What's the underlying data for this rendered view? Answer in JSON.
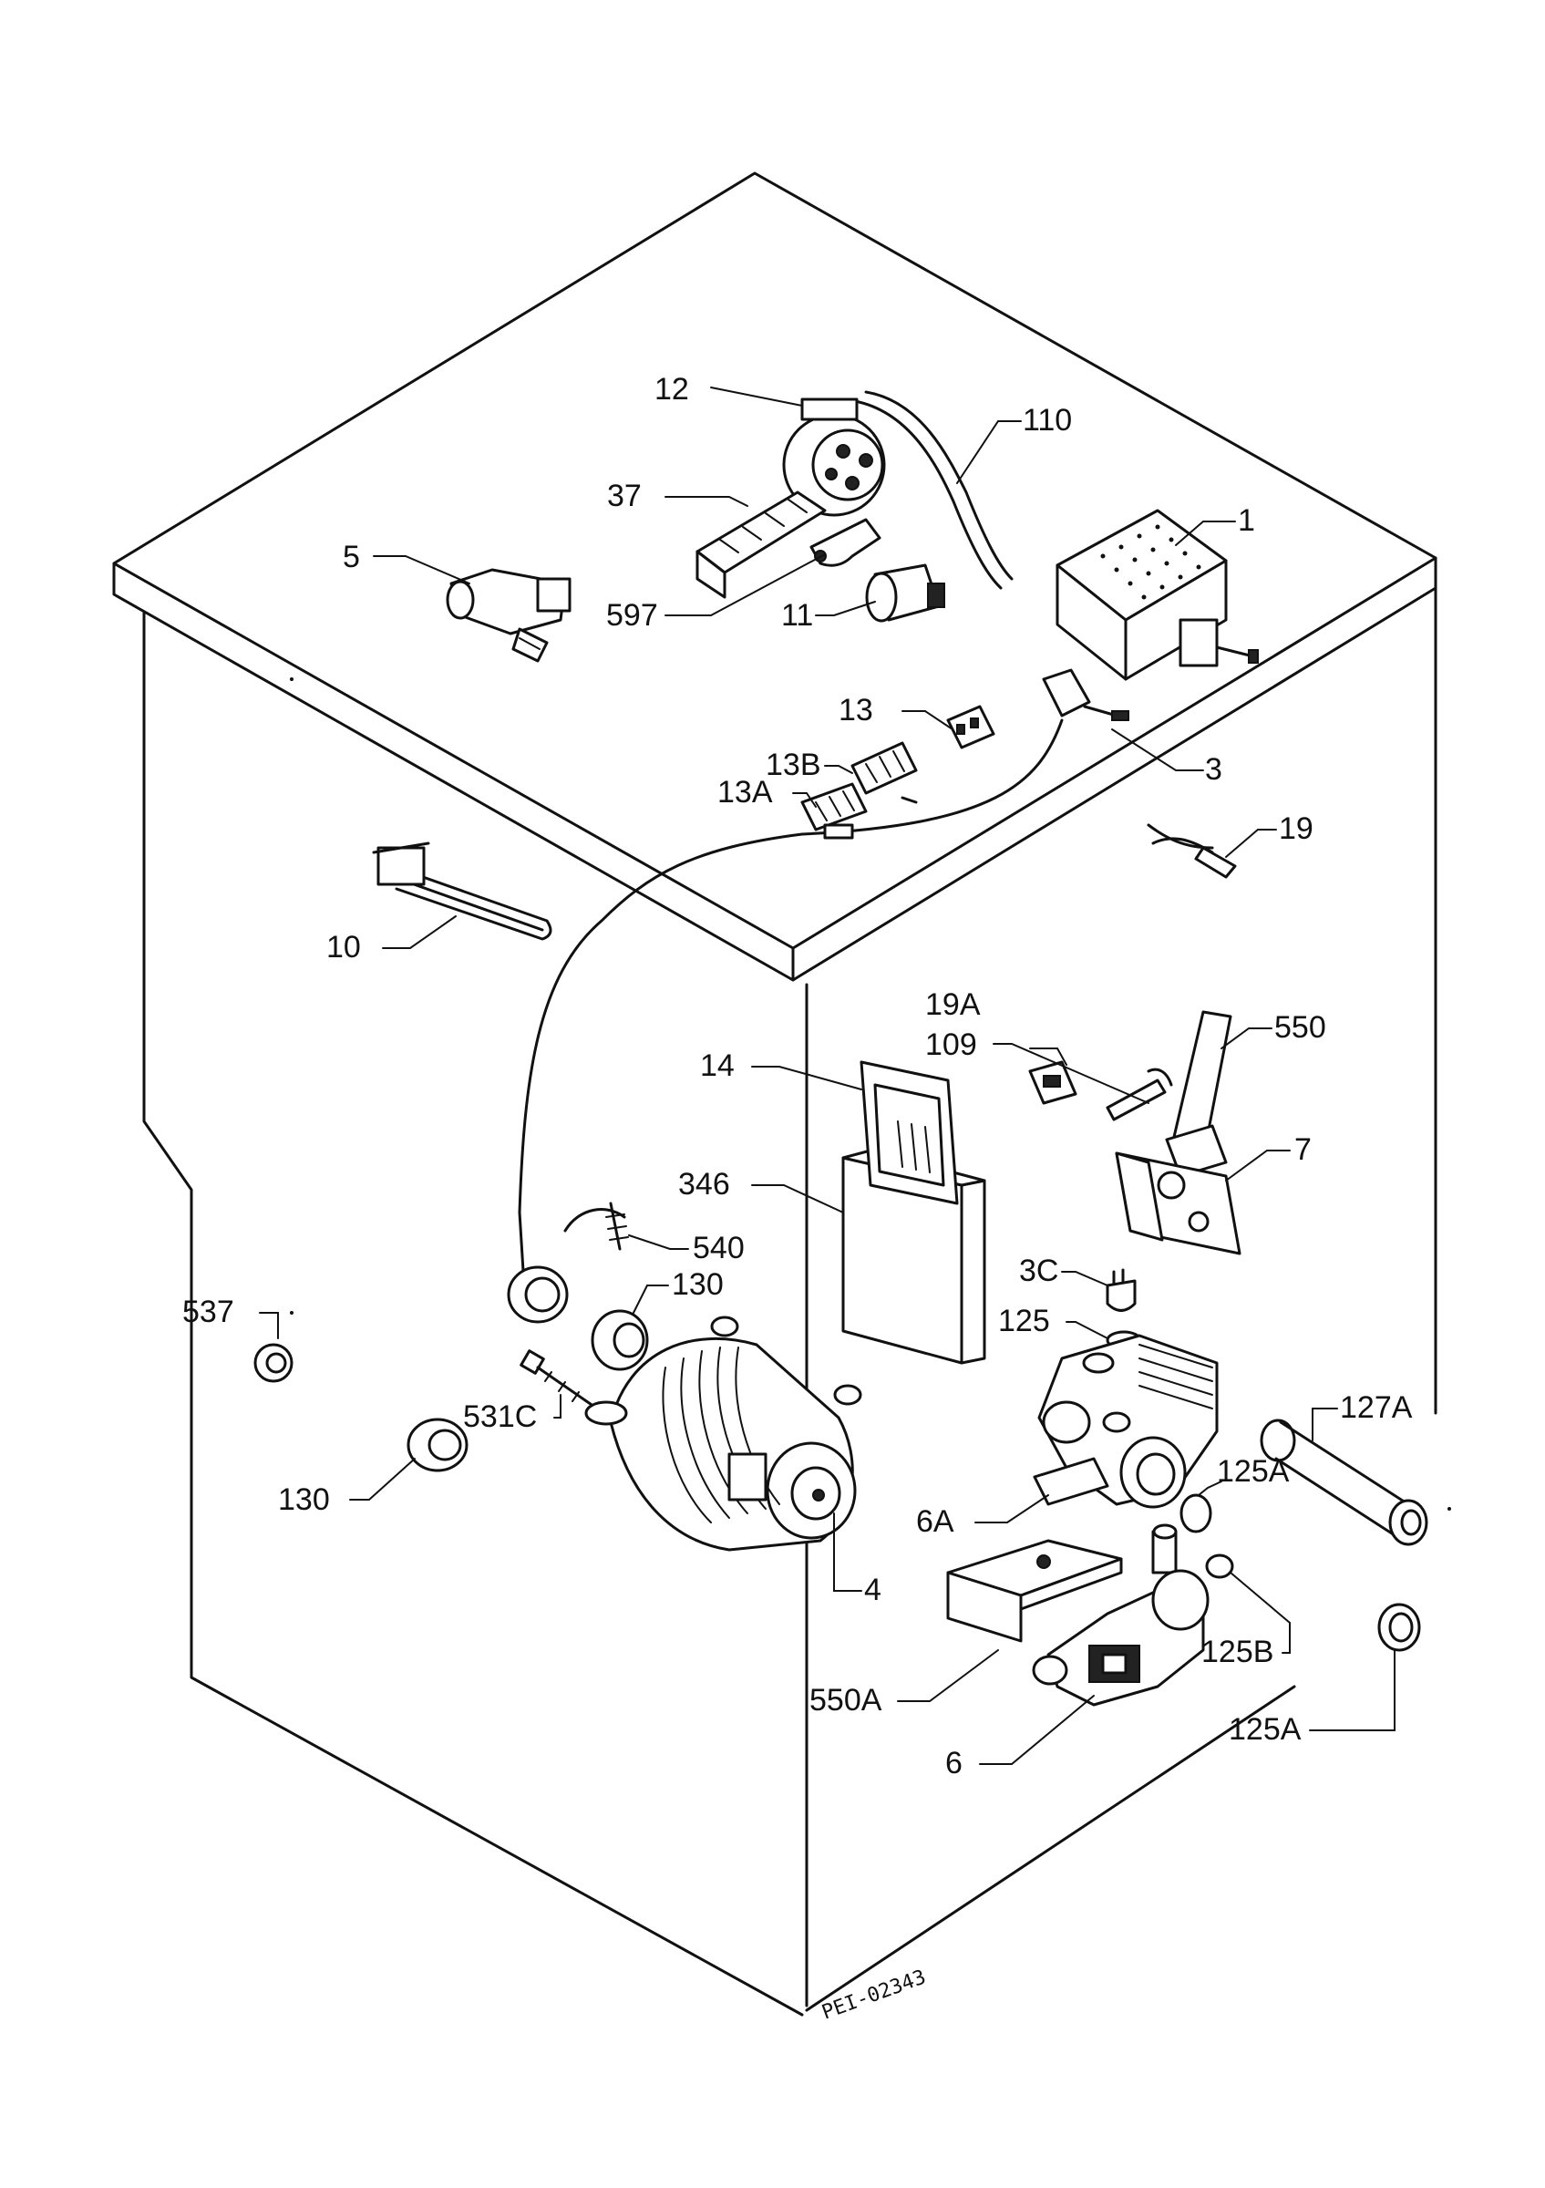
{
  "labels": {
    "l1": "1",
    "l3": "3",
    "l3c": "3C",
    "l4": "4",
    "l5": "5",
    "l6": "6",
    "l6a": "6A",
    "l7": "7",
    "l10": "10",
    "l11": "11",
    "l12": "12",
    "l13": "13",
    "l13a": "13A",
    "l13b": "13B",
    "l14": "14",
    "l19": "19",
    "l19a": "19A",
    "l37": "37",
    "l109": "109",
    "l110": "110",
    "l125": "125",
    "l125a_1": "125A",
    "l125a_2": "125A",
    "l125b": "125B",
    "l127a": "127A",
    "l130_1": "130",
    "l130_2": "130",
    "l346": "346",
    "l531c": "531C",
    "l537": "537",
    "l540": "540",
    "l550": "550",
    "l550a": "550A",
    "l597": "597"
  },
  "drawing_code": "PEI-02343"
}
